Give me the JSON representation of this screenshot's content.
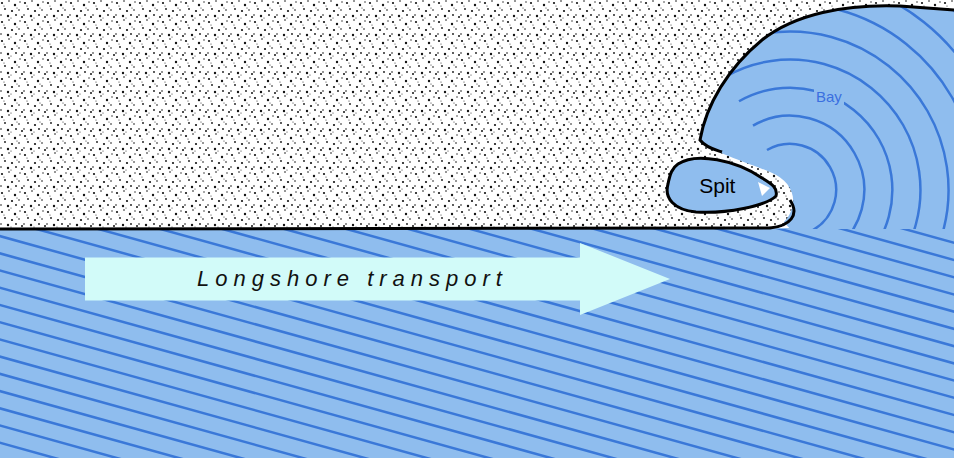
{
  "diagram": {
    "nodes": [
      {
        "text": [
          "Longshore transport"
        ]
      },
      {
        "text": [
          "Spit"
        ]
      }
    ],
    "labels": [
      "Bay"
    ]
  }
}
